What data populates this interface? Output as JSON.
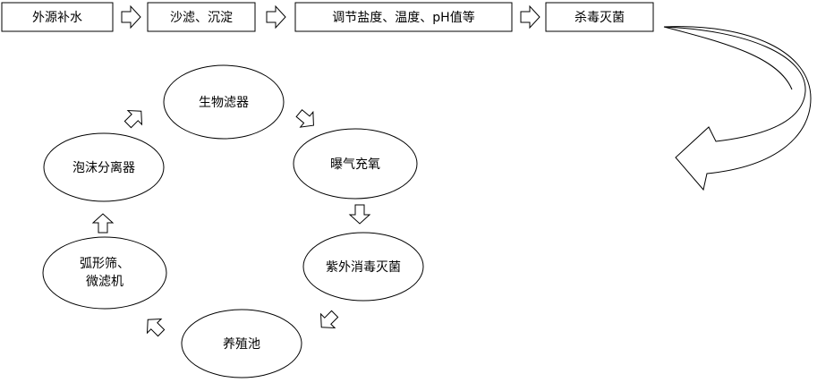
{
  "process_steps": [
    {
      "label": "外源补水"
    },
    {
      "label": "沙滤、沉淀"
    },
    {
      "label": "调节盐度、温度、pH值等"
    },
    {
      "label": "杀毒灭菌"
    }
  ],
  "cycle_nodes": {
    "biofilter": "生物滤器",
    "aeration": "曝气充氧",
    "uv": "紫外消毒灭菌",
    "tank": "养殖池",
    "screen_line1": "弧形筛、",
    "screen_line2": "微滤机",
    "foam": "泡沫分离器"
  },
  "colors": {
    "stroke": "#000000",
    "fill": "#ffffff",
    "text": "#000000"
  }
}
